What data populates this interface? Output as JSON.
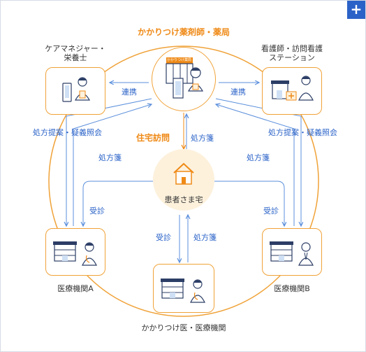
{
  "title": "かかりつけ薬剤師・薬局",
  "top_plus": "+",
  "pharmacy_sign": "かかりつけ薬局",
  "nodes": {
    "care_manager": "ケアマネジャー・\n栄養士",
    "nursing": "看護師・訪問看護\nステーション",
    "patient": "患者さま宅",
    "hospital_a": "医療機関A",
    "hospital_b": "医療機関B",
    "family_doctor": "かかりつけ医・医療機関"
  },
  "edges": {
    "link_left": "連携",
    "link_right": "連携",
    "home_visit": "住宅訪問",
    "rx_center_up": "処方箋",
    "proposal_left": "処方提案・疑義照会",
    "proposal_right": "処方提案・疑義照会",
    "rx_left": "処方箋",
    "rx_right": "処方箋",
    "visit_left": "受診",
    "visit_right": "受診",
    "visit_bottom": "受診",
    "rx_bottom": "処方箋"
  },
  "colors": {
    "orange": "#ef8a17",
    "card_border": "#f0a238",
    "blue_line": "#5b8fdc",
    "text_blue": "#2a62c8",
    "patient_fill": "#fdf1dc"
  }
}
